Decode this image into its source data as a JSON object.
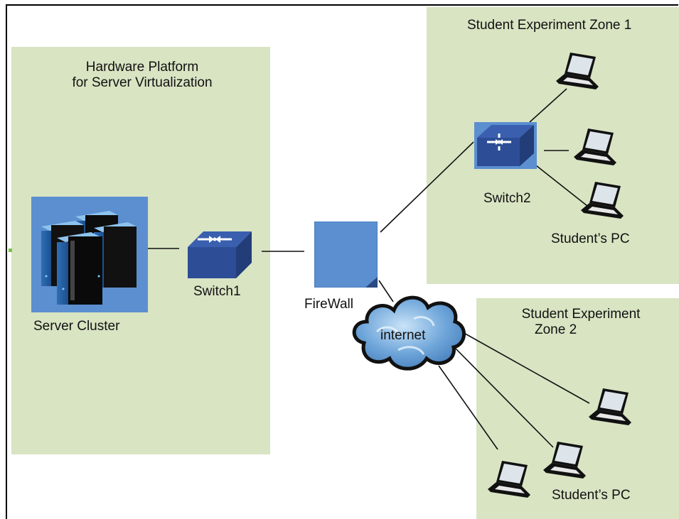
{
  "diagram": {
    "zones": {
      "hardware_platform": {
        "title_line1": "Hardware Platform",
        "title_line2": "for Server Virtualization"
      },
      "experiment_zone_1": {
        "title": "Student Experiment Zone 1"
      },
      "experiment_zone_2": {
        "title_line1": "Student Experiment",
        "title_line2": "Zone 2"
      }
    },
    "nodes": {
      "server_cluster": "Server Cluster",
      "switch1": "Switch1",
      "firewall": "FireWall",
      "internet": "internet",
      "switch2": "Switch2",
      "zone1_pcs": "Student’s PC",
      "zone2_pcs": "Student’s PC"
    },
    "colors": {
      "zone_fill": "#d9e4c3",
      "device_blue": "#5b8fd0",
      "switch_blue": "#3a5fae",
      "cloud_blue": "#4f88c6",
      "line": "#111111"
    },
    "icons": [
      "server-cluster-icon",
      "switch-icon",
      "firewall-icon",
      "cloud-icon",
      "laptop-icon"
    ]
  }
}
